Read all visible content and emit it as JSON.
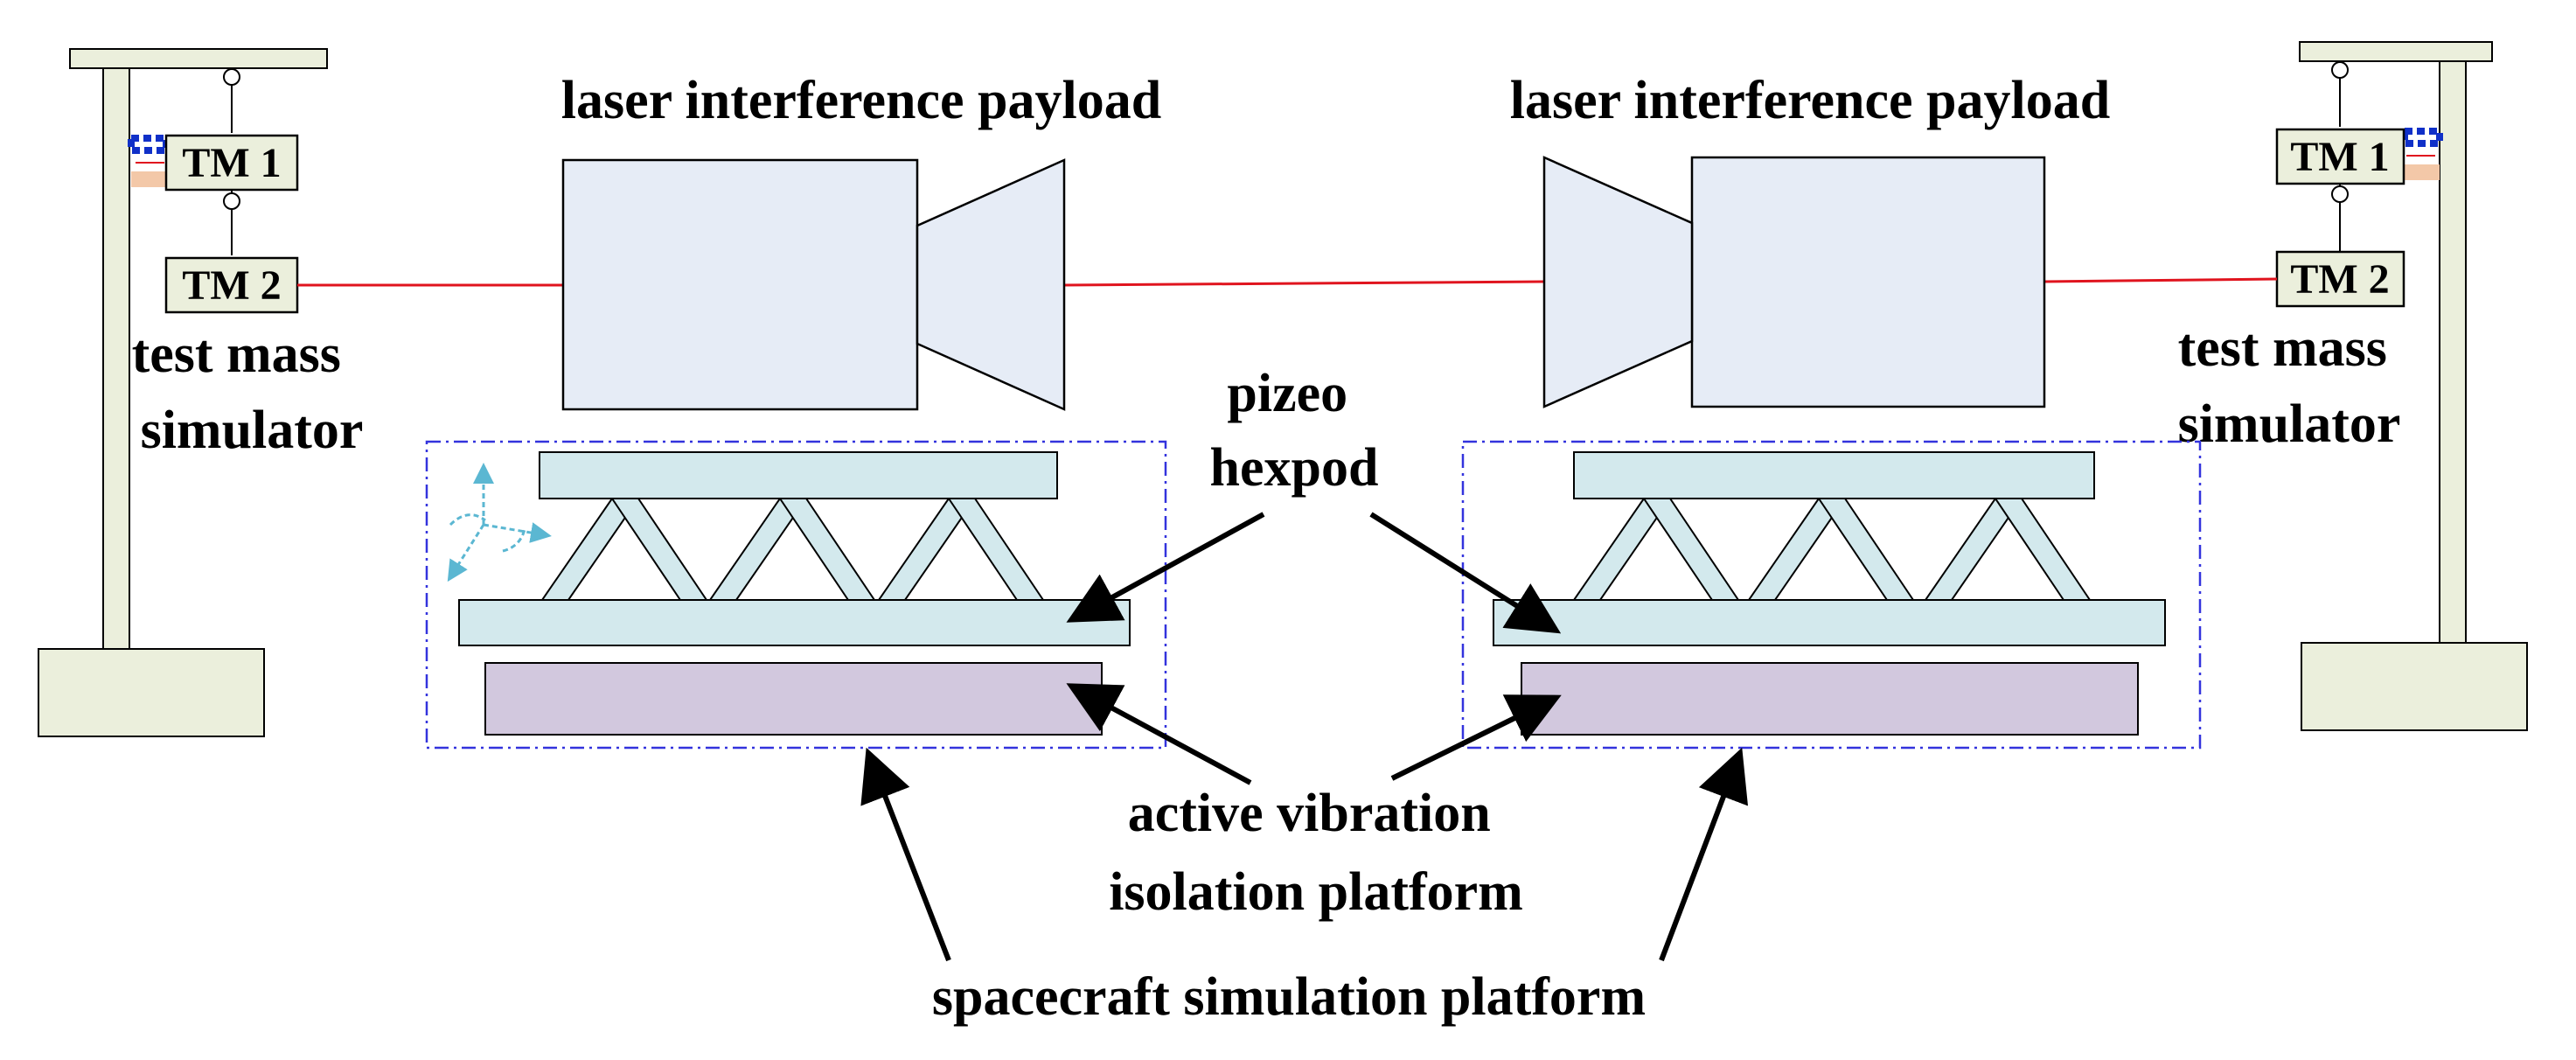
{
  "labels": {
    "payload_left": "laser interference payload",
    "payload_right": "laser interference payload",
    "tm1_left": "TM 1",
    "tm2_left": "TM 2",
    "tm1_right": "TM 1",
    "tm2_right": "TM 2",
    "test_mass_left": [
      "test mass",
      "simulator"
    ],
    "test_mass_right": [
      "test mass",
      "simulator"
    ],
    "hexapod": [
      "pizeo",
      "hexpod"
    ],
    "avip": [
      "active vibration",
      "isolation platform"
    ],
    "scsp": "spacecraft simulation platform"
  },
  "colors": {
    "stand_fill": "#ebefdc",
    "payload_fill": "#e6ecf6",
    "hexapod_fill": "#d3e9ed",
    "base_fill": "#d2c8de",
    "laser": "#e0141e",
    "dashdot_box": "#3333dd",
    "axis_arrows": "#5bb7d2",
    "actuator_blue": "#1030c8",
    "actuator_peach": "#f3c8a8"
  }
}
